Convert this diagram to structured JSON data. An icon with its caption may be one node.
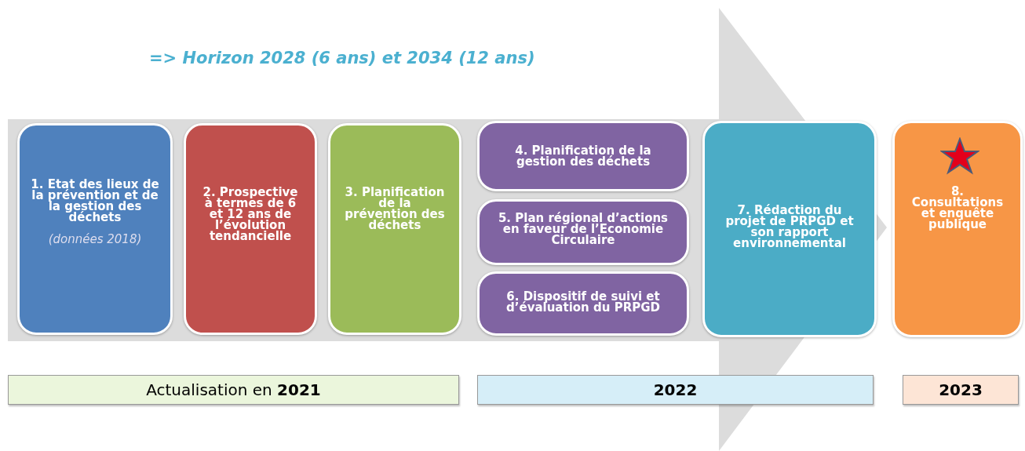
{
  "diagram": {
    "title": "=> Horizon 2028 (6 ans) et 2034 (12 ans)",
    "nodes": [
      {
        "text": [
          "1. Etat des lieux de la prévention et de la gestion des déchets",
          "(données 2018)"
        ]
      },
      {
        "text": [
          "2. Prospective à termes de 6 et 12 ans de l’évolution tendancielle"
        ]
      },
      {
        "text": [
          "3. Planification de la prévention des déchets"
        ]
      },
      {
        "text": [
          "4. Planification de la gestion des déchets"
        ]
      },
      {
        "text": [
          "5. Plan régional d’actions en faveur de l’Economie Circulaire"
        ]
      },
      {
        "text": [
          "6. Dispositif de suivi et d’évaluation du PRPGD"
        ]
      },
      {
        "text": [
          "7. Rédaction du projet de PRPGD et son rapport environnemental"
        ]
      },
      {
        "text": [
          "8. Consultations et enquête publique"
        ]
      },
      {
        "text": [
          "Actualisation en **2021**"
        ]
      },
      {
        "text": [
          "**2022**"
        ]
      },
      {
        "text": [
          "**2023**"
        ]
      }
    ],
    "edges": [
      {
        "from": 0,
        "to": 7,
        "arrow": "to"
      }
    ]
  }
}
